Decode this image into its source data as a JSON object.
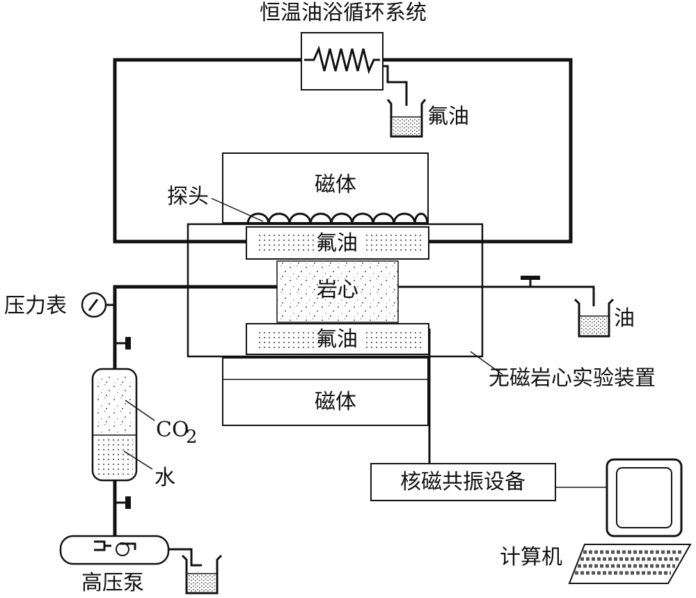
{
  "labels": {
    "bath_system": "恒温油浴循环系统",
    "fluorine_oil_top_beaker": "氟油",
    "magnet_top": "磁体",
    "probe": "探头",
    "fluorine_oil_upper": "氟油",
    "core": "岩心",
    "fluorine_oil_lower": "氟油",
    "magnet_bottom": "磁体",
    "pressure_gauge": "压力表",
    "oil": "油",
    "nonmagnetic_apparatus": "无磁岩心实验装置",
    "co2": "CO",
    "co2_sub": "2",
    "water": "水",
    "nmr_equipment": "核磁共振设备",
    "pump": "高压泵",
    "computer": "计算机"
  }
}
